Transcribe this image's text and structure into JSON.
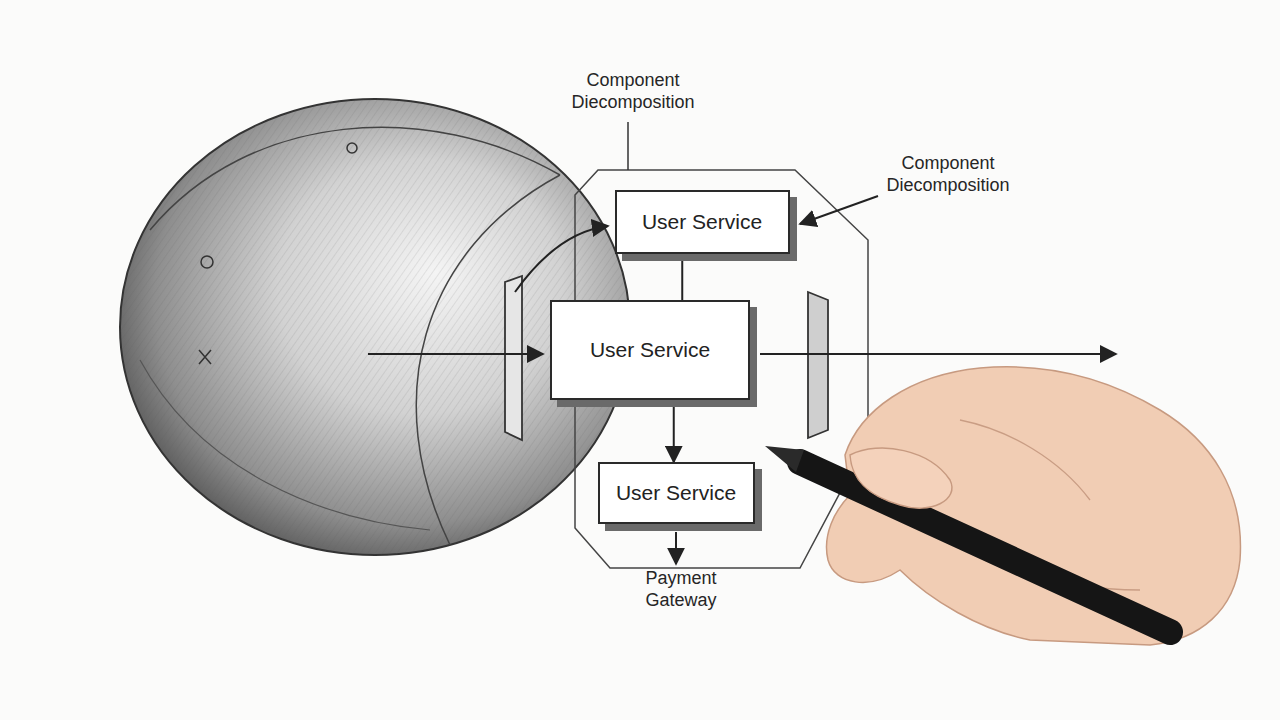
{
  "diagram": {
    "nodes": [
      {
        "text": [
          "User Service"
        ]
      },
      {
        "text": [
          "User Service"
        ]
      },
      {
        "text": [
          "User Service"
        ]
      }
    ],
    "edges": [
      {
        "from": 0,
        "to": 1,
        "arrow": "none"
      },
      {
        "from": 1,
        "to": 2,
        "arrow": "to"
      }
    ],
    "labels": [
      "Component Diecomposition",
      "Component Diecomposition",
      "Payment Gateway"
    ]
  }
}
